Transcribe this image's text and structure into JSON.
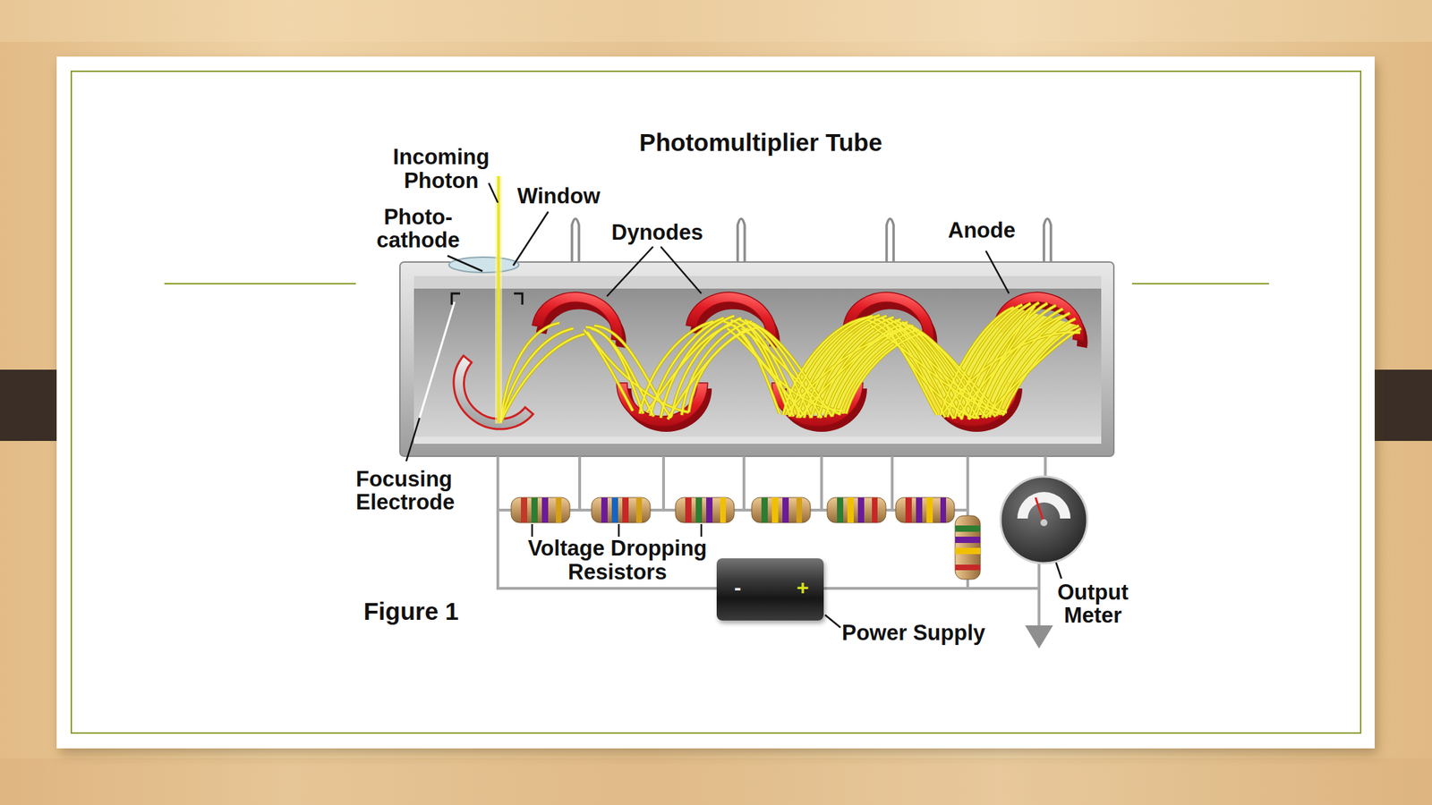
{
  "diagram": {
    "title": "Photomultiplier Tube",
    "caption": "Figure 1",
    "nodes": [
      {
        "text": [
          "-",
          "+"
        ]
      }
    ],
    "labels": [
      "Incoming Photon",
      "Window",
      "Photo- cathode",
      "Dynodes",
      "Anode",
      "Focusing Electrode",
      "Voltage Dropping Resistors",
      "Power Supply",
      "Output Meter"
    ]
  }
}
